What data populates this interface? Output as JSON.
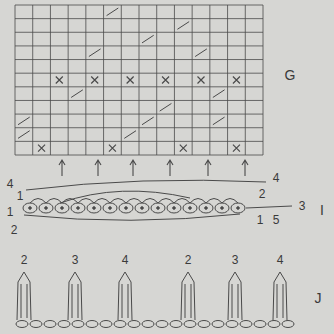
{
  "diagram": {
    "labels": [
      "G",
      "4",
      "1",
      "1",
      "2",
      "4",
      "2",
      "3",
      "5",
      "1",
      "I",
      "2",
      "3",
      "4",
      "2",
      "3",
      "4",
      "J"
    ]
  }
}
